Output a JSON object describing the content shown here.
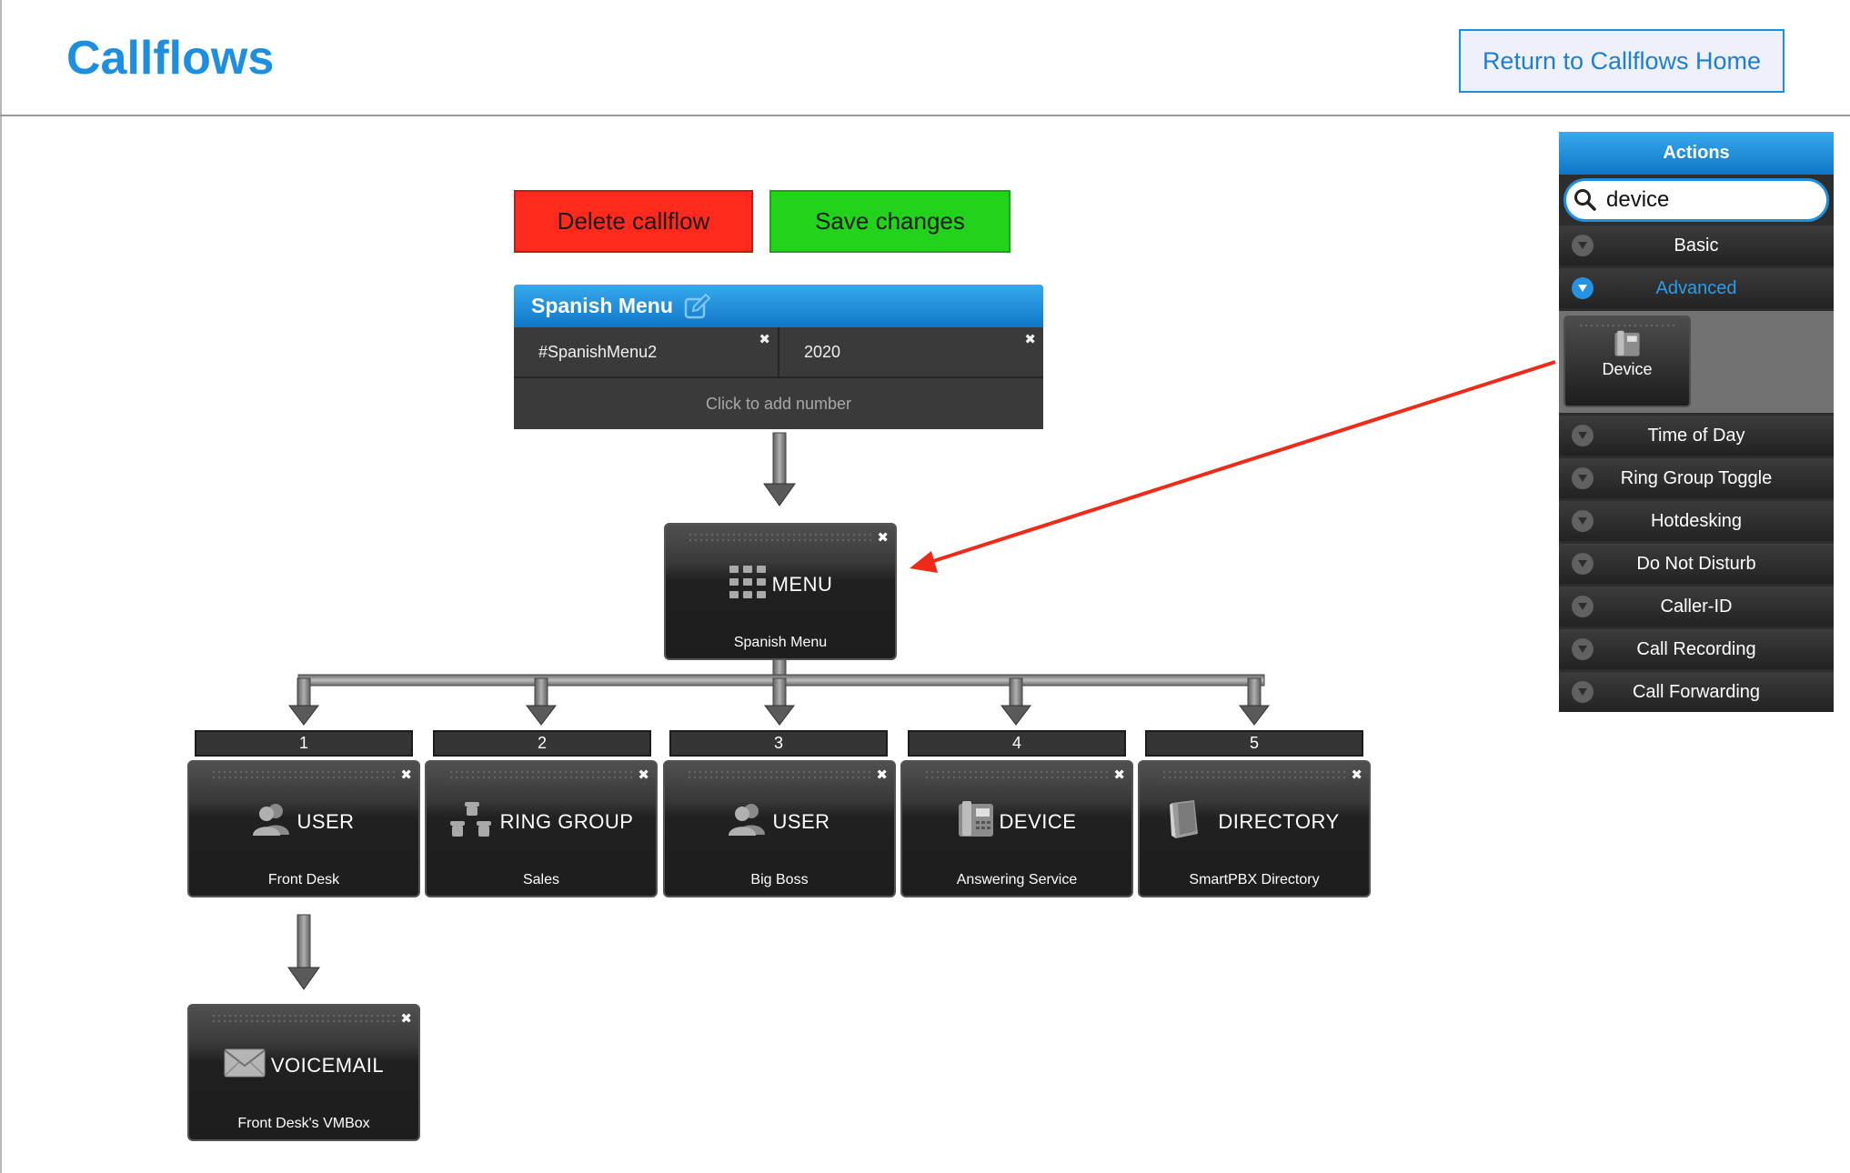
{
  "header": {
    "title": "Callflows",
    "home_button": "Return to Callflows Home"
  },
  "toolbar": {
    "delete_label": "Delete callflow",
    "save_label": "Save changes"
  },
  "callflow": {
    "name": "Spanish Menu",
    "numbers": [
      "#SpanishMenu2",
      "2020"
    ],
    "add_number_label": "Click to add number",
    "close_glyph": "✖"
  },
  "menu_node": {
    "type": "MENU",
    "label": "Spanish Menu"
  },
  "options": [
    {
      "key": "1",
      "type": "USER",
      "label": "Front Desk",
      "icon": "user-icon"
    },
    {
      "key": "2",
      "type": "RING GROUP",
      "label": "Sales",
      "icon": "ring-group-icon"
    },
    {
      "key": "3",
      "type": "USER",
      "label": "Big Boss",
      "icon": "user-icon"
    },
    {
      "key": "4",
      "type": "DEVICE",
      "label": "Answering Service",
      "icon": "device-icon"
    },
    {
      "key": "5",
      "type": "DIRECTORY",
      "label": "SmartPBX Directory",
      "icon": "directory-icon"
    }
  ],
  "child_node": {
    "type": "VOICEMAIL",
    "label": "Front Desk's VMBox",
    "icon": "envelope-icon"
  },
  "actions_panel": {
    "title": "Actions",
    "search_value": "device",
    "sections": [
      "Basic",
      "Advanced",
      "Time of Day",
      "Ring Group Toggle",
      "Hotdesking",
      "Do Not Disturb",
      "Caller-ID",
      "Call Recording",
      "Call Forwarding"
    ],
    "active_section": "Advanced",
    "results": [
      {
        "label": "Device",
        "icon": "device-icon"
      }
    ]
  },
  "annotation": {
    "color": "#f02a18",
    "meaning": "drag Device action onto MENU node"
  },
  "colors": {
    "accent": "#1e8fe0",
    "delete": "#ff2a1d",
    "save": "#22d21b"
  }
}
